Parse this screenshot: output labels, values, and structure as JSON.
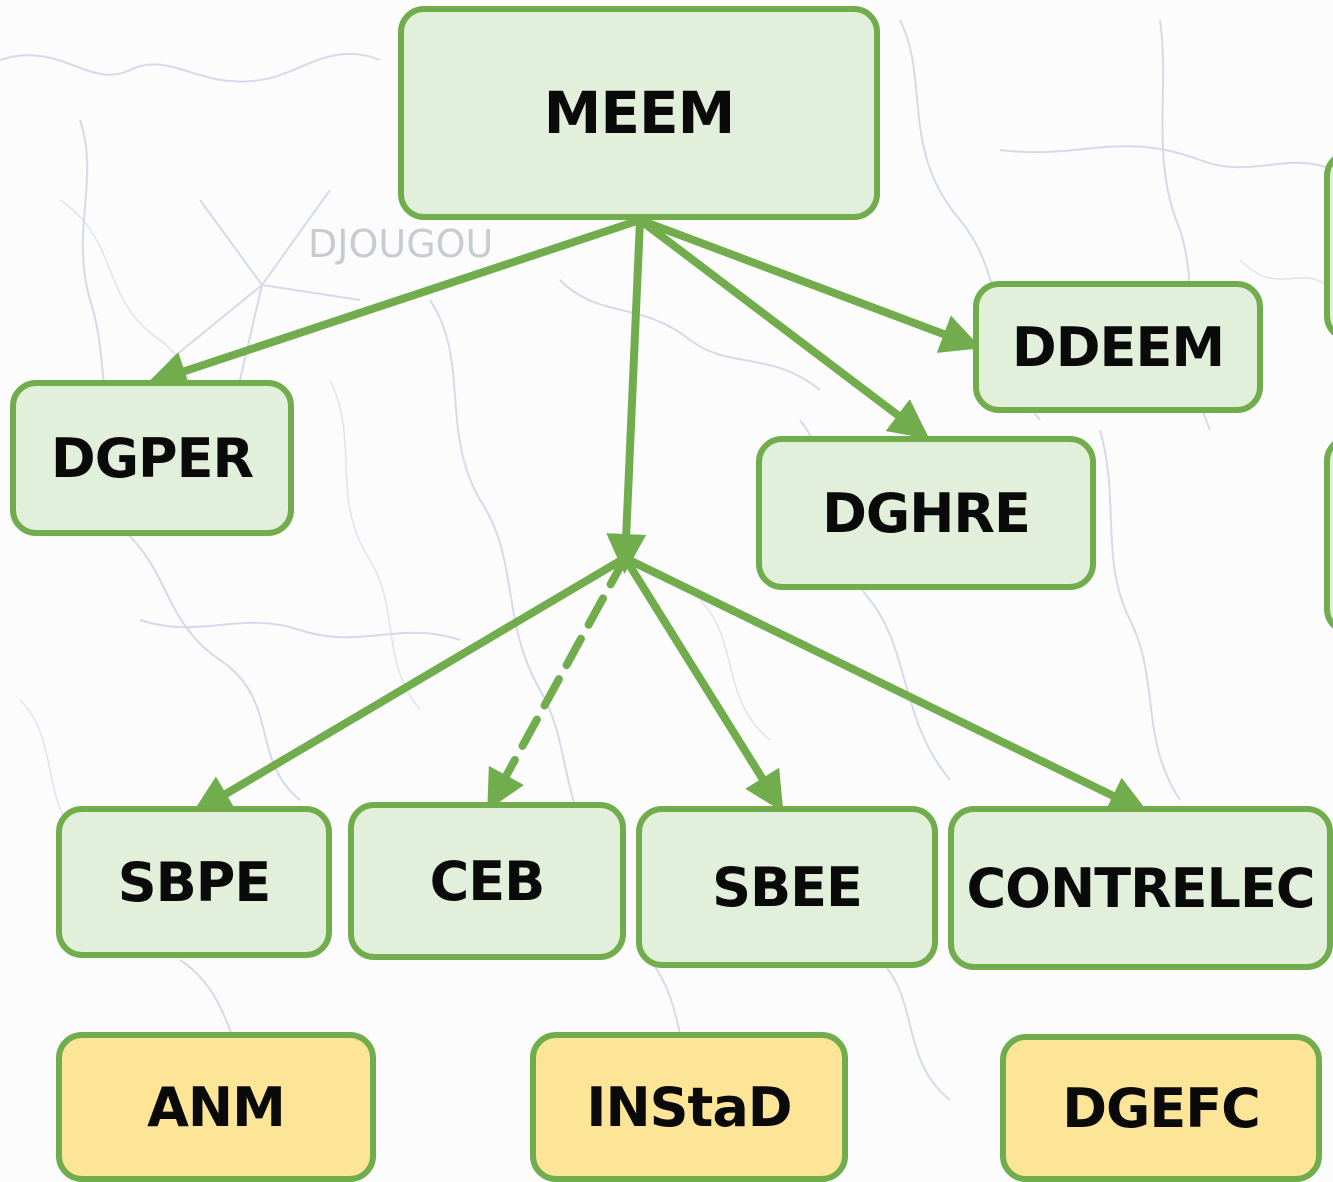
{
  "background": {
    "place_label": "DJOUGOU"
  },
  "nodes": {
    "meem": "MEEM",
    "dgper": "DGPER",
    "ddeem": "DDEEM",
    "dghre": "DGHRE",
    "sbpe": "SBPE",
    "ceb": "CEB",
    "sbee": "SBEE",
    "contrelec": "CONTRELEC",
    "anm": "ANM",
    "instad": "INStaD",
    "dgefc": "DGEFC"
  },
  "colors": {
    "edge": "#72ad4d",
    "node_fill": "#e2efda",
    "node_border": "#72ad4d",
    "other_fill": "#fde598",
    "map_lines": "#c9cde6"
  },
  "edges": [
    {
      "from": "MEEM",
      "to": "DGPER",
      "style": "solid"
    },
    {
      "from": "MEEM",
      "to": "DDEEM",
      "style": "solid"
    },
    {
      "from": "MEEM",
      "to": "DGHRE",
      "style": "solid"
    },
    {
      "from": "MEEM",
      "to": "hub",
      "style": "solid"
    },
    {
      "from": "hub",
      "to": "SBPE",
      "style": "solid"
    },
    {
      "from": "hub",
      "to": "CEB",
      "style": "dashed"
    },
    {
      "from": "hub",
      "to": "SBEE",
      "style": "solid"
    },
    {
      "from": "hub",
      "to": "CONTRELEC",
      "style": "solid"
    }
  ]
}
